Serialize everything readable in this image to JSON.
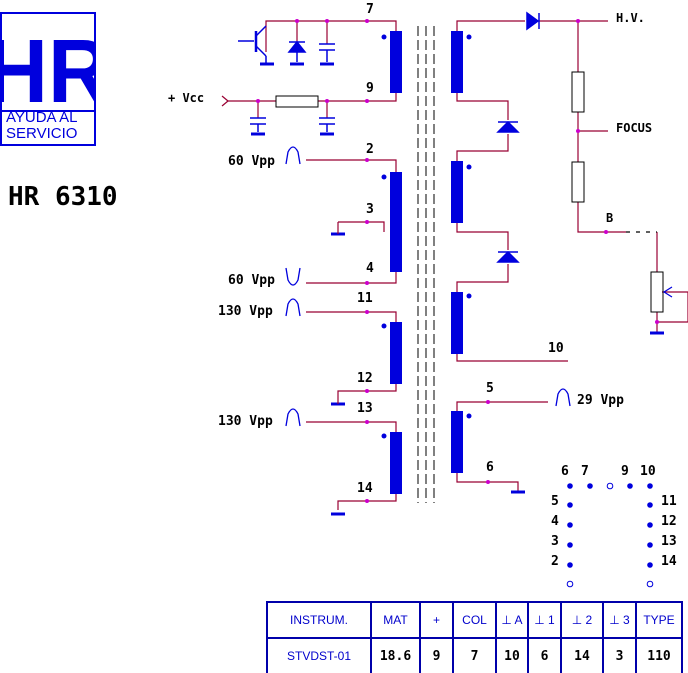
{
  "logo": {
    "mark": "HR",
    "line1": "AYUDA AL",
    "line2": "SERVICIO"
  },
  "model": "HR 6310",
  "schematic": {
    "hv_label": "H.V.",
    "focus_label": "FOCUS",
    "b_label": "B",
    "vcc_label": "+ Vcc",
    "pins": {
      "p7": "7",
      "p9": "9",
      "p2": "2",
      "p3": "3",
      "p4": "4",
      "p11": "11",
      "p12": "12",
      "p13": "13",
      "p14": "14",
      "p10": "10",
      "p5": "5",
      "p6": "6"
    },
    "pulses": {
      "pulse_2": "60 Vpp",
      "pulse_4": "60 Vpp",
      "pulse_11": "130 Vpp",
      "pulse_13": "130 Vpp",
      "pulse_5": "29 Vpp"
    }
  },
  "pinout": {
    "top": [
      "6",
      "7",
      "9",
      "10"
    ],
    "left": [
      "5",
      "4",
      "3",
      "2"
    ],
    "right": [
      "11",
      "12",
      "13",
      "14"
    ]
  },
  "spec_table": {
    "headers": [
      "INSTRUM.",
      "MAT",
      "+",
      "COL",
      "⊥ A",
      "⊥ 1",
      "⊥ 2",
      "⊥ 3",
      "TYPE"
    ],
    "values": [
      "STVDST-01",
      "18.6",
      "9",
      "7",
      "10",
      "6",
      "14",
      "3",
      "110"
    ]
  },
  "colors": {
    "wire": "#990033",
    "component": "#0000dd",
    "text": "#000000"
  }
}
